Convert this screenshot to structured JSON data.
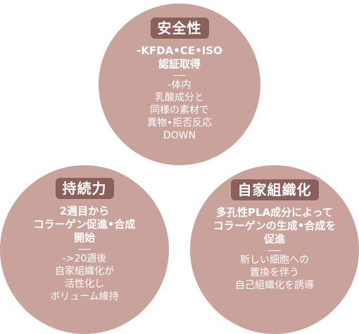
{
  "colors": {
    "circle_fill": "#c9a29b",
    "label_fill": "#8b5f5b",
    "text": "#ffffff"
  },
  "circles": {
    "safety": {
      "label": "安全性",
      "headline": "-KFDA•CE•ISO\n認証取得",
      "description": "-体内\n乳酸成分と\n同様の素材で\n異物•拒否反応\nDOWN"
    },
    "durability": {
      "label": "持続力",
      "headline": "2週目から\nコラーゲン促進•合成\n開始",
      "description": "->20週後\n自家組織化が\n活性化し\nボリューム維持"
    },
    "self_organization": {
      "label": "自家組織化",
      "headline": "多孔性PLA成分によって\nコラーゲンの生成•合成を\n促進",
      "description": "新しい細胞への\n置換を伴う\n自己組織化を誘導"
    }
  }
}
